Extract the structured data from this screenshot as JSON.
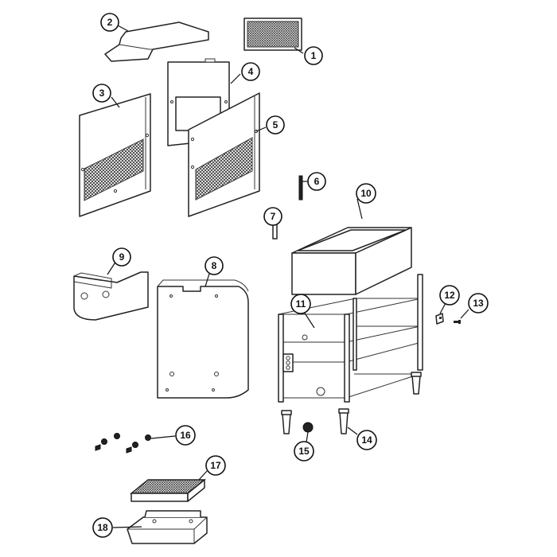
{
  "callouts": [
    {
      "n": "1"
    },
    {
      "n": "2"
    },
    {
      "n": "3"
    },
    {
      "n": "4"
    },
    {
      "n": "5"
    },
    {
      "n": "6"
    },
    {
      "n": "7"
    },
    {
      "n": "8"
    },
    {
      "n": "9"
    },
    {
      "n": "10"
    },
    {
      "n": "11"
    },
    {
      "n": "12"
    },
    {
      "n": "13"
    },
    {
      "n": "14"
    },
    {
      "n": "15"
    },
    {
      "n": "16"
    },
    {
      "n": "17"
    },
    {
      "n": "18"
    }
  ]
}
